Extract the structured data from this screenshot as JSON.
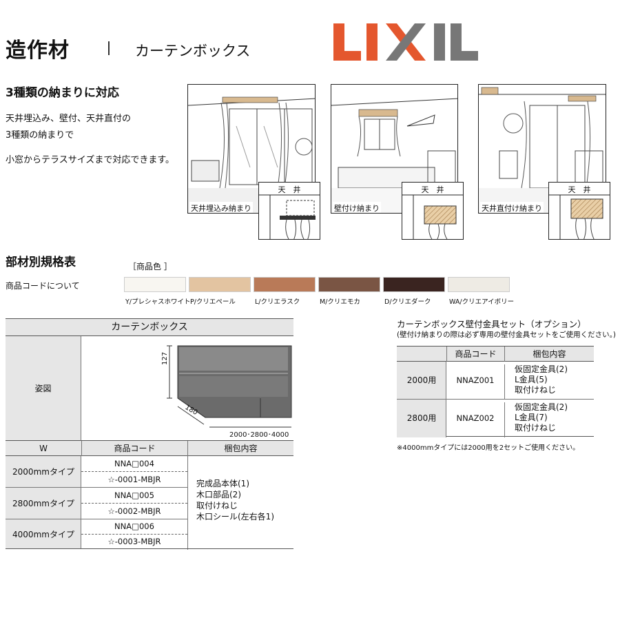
{
  "header": {
    "title": "造作材",
    "subtitle": "カーテンボックス",
    "brand": "LIXIL"
  },
  "intro": {
    "heading": "3種類の納まりに対応",
    "lines": [
      "天井埋込み、壁付、天井直付の",
      "3種類の納まりで",
      "小窓からテラスサイズまで対応できます。"
    ]
  },
  "scenes": [
    {
      "label": "天井埋込み納まり",
      "inset": "天　井"
    },
    {
      "label": "壁付け納まり",
      "inset": "天　井"
    },
    {
      "label": "天井直付け納まり",
      "inset": "天　井"
    }
  ],
  "spec": {
    "heading": "部材別規格表",
    "code_note": "商品コードについて",
    "color_heading": "［商品色 ］",
    "colors": [
      {
        "label": "Y/プレシャスホワイト",
        "hex": "#f8f6f1"
      },
      {
        "label": "P/クリエペール",
        "hex": "#e3c4a1"
      },
      {
        "label": "L/クリエラスク",
        "hex": "#b97a58"
      },
      {
        "label": "M/クリエモカ",
        "hex": "#7a5544"
      },
      {
        "label": "D/クリエダーク",
        "hex": "#3a2420"
      },
      {
        "label": "WA/クリエアイボリー",
        "hex": "#eeebe4"
      }
    ]
  },
  "main_table": {
    "title": "カーテンボックス",
    "figure_label": "姿図",
    "dims": {
      "height": "127",
      "depth": "180",
      "widths": "2000･2800･4000"
    },
    "headers": [
      "W",
      "商品コード",
      "梱包内容"
    ],
    "rows": [
      {
        "w": "2000mmタイプ",
        "code1": "NNA□004",
        "code2": "☆-0001-MBJR"
      },
      {
        "w": "2800mmタイプ",
        "code1": "NNA□005",
        "code2": "☆-0002-MBJR"
      },
      {
        "w": "4000mmタイプ",
        "code1": "NNA□006",
        "code2": "☆-0003-MBJR"
      }
    ],
    "contents": [
      "完成品本体(1)",
      "木口部品(2)",
      "取付けねじ",
      "木口シール(左右各1)"
    ]
  },
  "option": {
    "title": "カーテンボックス壁付金具セット（オプション）",
    "subtitle": "(壁付け納まりの際は必ず専用の壁付金具セットをご使用ください。)",
    "headers": [
      "商品コード",
      "梱包内容"
    ],
    "rows": [
      {
        "size": "2000用",
        "code": "NNAZ001",
        "contents": [
          "仮固定金具(2)",
          "L金具(5)",
          "取付けねじ"
        ]
      },
      {
        "size": "2800用",
        "code": "NNAZ002",
        "contents": [
          "仮固定金具(2)",
          "L金具(7)",
          "取付けねじ"
        ]
      }
    ],
    "note": "※4000mmタイプには2000用を2セットご使用ください。"
  }
}
